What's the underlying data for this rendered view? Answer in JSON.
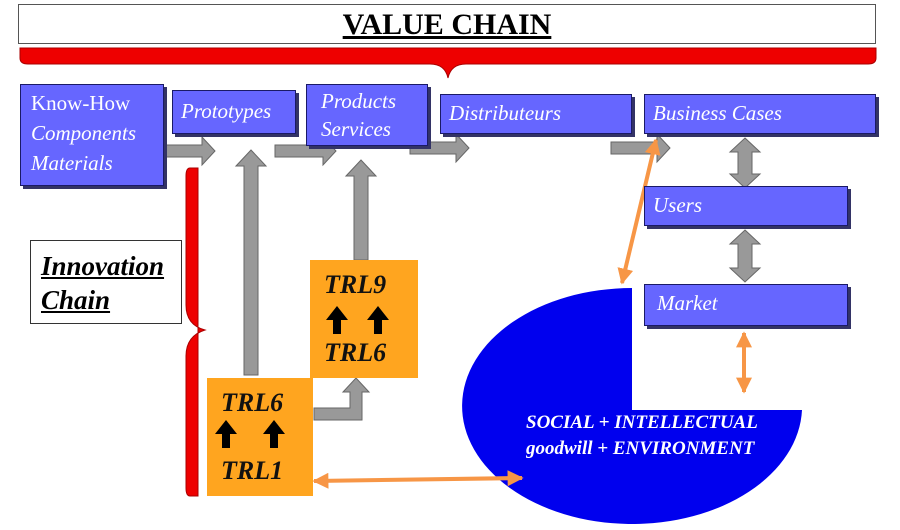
{
  "title": "VALUE CHAIN",
  "value_chain": {
    "know_how": [
      "Know-How",
      "Components",
      "Materials"
    ],
    "prototypes": "Prototypes",
    "products": [
      "Products",
      "Services"
    ],
    "distributeurs": "Distributeurs",
    "business_cases": "Business Cases",
    "users": "Users",
    "market": "Market"
  },
  "innovation_chain": [
    "Innovation",
    "Chain"
  ],
  "trl_low": {
    "top": "TRL6",
    "bottom": "TRL1"
  },
  "trl_high": {
    "top": "TRL9",
    "bottom": "TRL6"
  },
  "impact": [
    "SOCIAL + INTELLECTUAL",
    "goodwill + ENVIRONMENT"
  ],
  "colors": {
    "box_blue": "#6666ff",
    "trl_orange": "#ffa51f",
    "brace_red": "#ee0000",
    "arrow_gray": "#999999",
    "arrow_orange": "#f79646",
    "pie_blue": "#0000ee"
  }
}
